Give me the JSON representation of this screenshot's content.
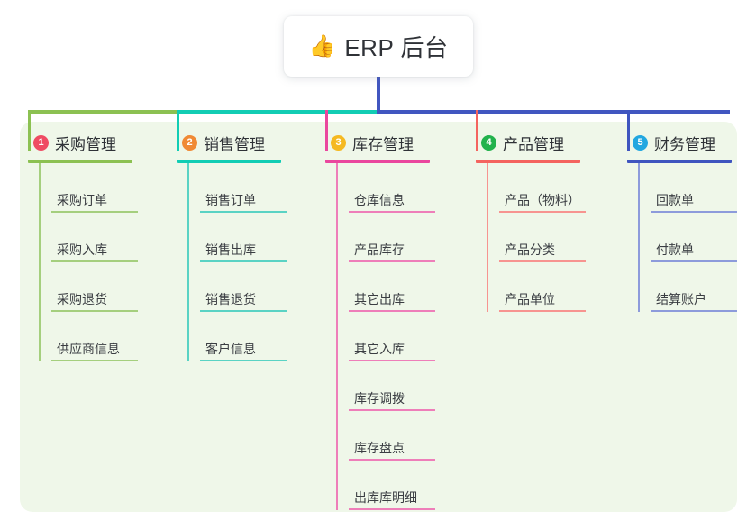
{
  "diagram": {
    "type": "mind-map",
    "canvas_background": "#ffffff",
    "panel_background": "#eff7e9",
    "title": {
      "icon": "thumbs-up-icon",
      "icon_glyph": "👍",
      "text": "ERP 后台"
    },
    "connector": {
      "stem_color": "#4156c0",
      "segments": [
        {
          "color": "#8cc152"
        },
        {
          "color": "#12cdb4"
        },
        {
          "color": "#4156c0"
        }
      ]
    },
    "columns": [
      {
        "index": "1",
        "badge_number": "1",
        "badge_color": "#ef4b63",
        "accent": "#7cb342",
        "rule_color": "#8cc152",
        "line_color": "#a5cf7e",
        "title": "采购管理",
        "items": [
          {
            "label": "采购订单"
          },
          {
            "label": "采购入库"
          },
          {
            "label": "采购退货"
          },
          {
            "label": "供应商信息"
          }
        ]
      },
      {
        "index": "2",
        "badge_number": "2",
        "badge_color": "#f08a35",
        "accent": "#12cdb4",
        "rule_color": "#12cdb4",
        "line_color": "#5ad3c4",
        "title": "销售管理",
        "items": [
          {
            "label": "销售订单"
          },
          {
            "label": "销售出库"
          },
          {
            "label": "销售退货"
          },
          {
            "label": "客户信息"
          }
        ]
      },
      {
        "index": "3",
        "badge_number": "3",
        "badge_color": "#f5b921",
        "accent": "#e8439b",
        "rule_color": "#ea479e",
        "line_color": "#ee7eb9",
        "title": "库存管理",
        "items": [
          {
            "label": "仓库信息"
          },
          {
            "label": "产品库存"
          },
          {
            "label": "其它出库"
          },
          {
            "label": "其它入库"
          },
          {
            "label": "库存调拨"
          },
          {
            "label": "库存盘点"
          },
          {
            "label": "出库库明细"
          }
        ]
      },
      {
        "index": "4",
        "badge_number": "4",
        "badge_color": "#22b24c",
        "accent": "#f2615e",
        "rule_color": "#f4645f",
        "line_color": "#f79490",
        "title": "产品管理",
        "items": [
          {
            "label": "产品（物料）"
          },
          {
            "label": "产品分类"
          },
          {
            "label": "产品单位"
          }
        ]
      },
      {
        "index": "5",
        "badge_number": "5",
        "badge_color": "#22a7e0",
        "accent": "#4156c0",
        "rule_color": "#3f55bf",
        "line_color": "#8d9bdb",
        "title": "财务管理",
        "items": [
          {
            "label": "回款单"
          },
          {
            "label": "付款单"
          },
          {
            "label": "结算账户"
          }
        ]
      }
    ]
  }
}
